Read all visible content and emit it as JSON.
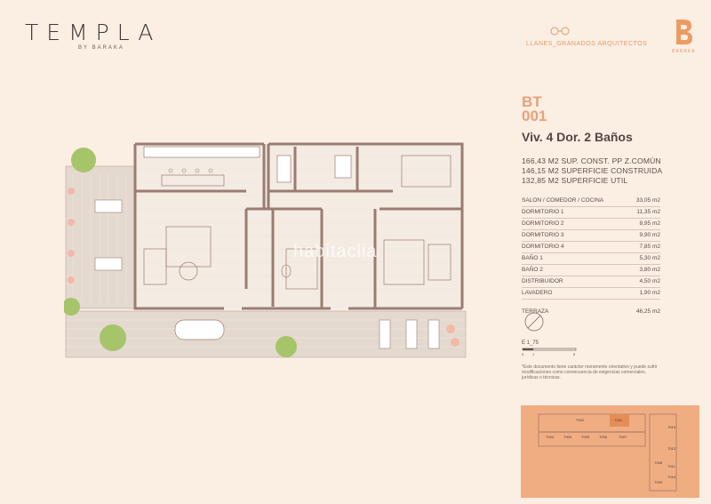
{
  "brand": {
    "name": "TEMPLA",
    "sub": "BY BARAKA",
    "logo_text": "BARAKA"
  },
  "architect": "LLANES_GRANADOS ARQUITECTOS",
  "unit": {
    "code_line1": "BT",
    "code_line2": "001",
    "title": "Viv. 4 Dor. 2 Baños"
  },
  "surfaces": [
    "166,43 M2 SUP. CONST. PP Z.COMÚN",
    "146,15 M2 SUPERFICIE CONSTRUIDA",
    "132,85 M2 SUPERFICIE UTIL"
  ],
  "rooms": [
    {
      "name": "SALON / COMEDOR / COCINA",
      "area": "33,05 m2"
    },
    {
      "name": "DORMITORIO 1",
      "area": "11,35 m2"
    },
    {
      "name": "DORMITORIO 2",
      "area": "8,95 m2"
    },
    {
      "name": "DORMITORIO 3",
      "area": "9,90 m2"
    },
    {
      "name": "DORMITORIO 4",
      "area": "7,85 m2"
    },
    {
      "name": "BAÑO 1",
      "area": "5,30 m2"
    },
    {
      "name": "BAÑO 2",
      "area": "3,80 m2"
    },
    {
      "name": "DISTRIBUIDOR",
      "area": "4,50 m2"
    },
    {
      "name": "LAVADERO",
      "area": "1,90 m2"
    }
  ],
  "terraza": {
    "name": "TERRAZA",
    "area": "46,25 m2"
  },
  "scale": {
    "label": "E 1_75",
    "ticks": [
      "0",
      "1",
      "5"
    ]
  },
  "note": "*Este documento tiene carácter meramente orientativo y puede sufrir modificaciones como consecuencia de exigencias comerciales, jurídicas o técnicas.",
  "watermark": "habitaclia",
  "keyplan_units": [
    "T002",
    "T001",
    "T003",
    "T004",
    "T005",
    "T006",
    "T007",
    "T013",
    "T012",
    "T011",
    "T008",
    "T010",
    "T009"
  ],
  "colors": {
    "background": "#fbeee3",
    "accent": "#e8a27a",
    "wall": "#9a7d72",
    "keyplan": "#f1ad82"
  }
}
